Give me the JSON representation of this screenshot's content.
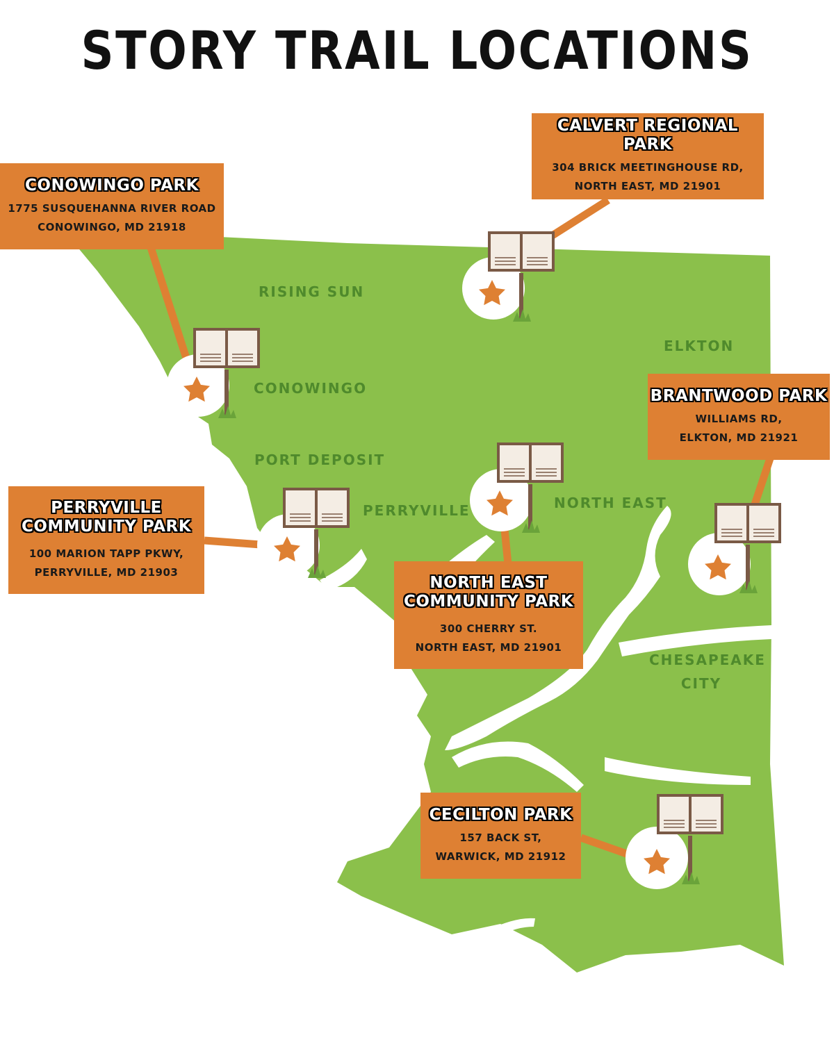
{
  "title": "STORY TRAIL LOCATIONS",
  "colors": {
    "land": "#8bc04b",
    "water": "#ffffff",
    "label_box": "#de8033",
    "town_text": "#4f8a2c",
    "star": "#de8033",
    "sign_frame": "#7a5a46",
    "sign_page": "#f4ede4"
  },
  "towns": {
    "rising_sun": "RISING SUN",
    "elkton": "ELKTON",
    "conowingo": "CONOWINGO",
    "port_deposit": "PORT DEPOSIT",
    "perryville": "PERRYVILLE",
    "north_east": "NORTH EAST",
    "chesapeake_city_1": "CHESAPEAKE",
    "chesapeake_city_2": "CITY"
  },
  "locations": {
    "conowingo": {
      "name": "CONOWINGO PARK",
      "addr1": "1775 SUSQUEHANNA RIVER ROAD",
      "addr2": "CONOWINGO, MD 21918",
      "icon": "book-sign-icon"
    },
    "calvert": {
      "name": "CALVERT REGIONAL PARK",
      "addr1": "304 BRICK MEETINGHOUSE RD,",
      "addr2": "NORTH EAST, MD 21901",
      "icon": "book-sign-icon"
    },
    "brantwood": {
      "name": "BRANTWOOD PARK",
      "addr1": "WILLIAMS RD,",
      "addr2": "ELKTON, MD 21921",
      "icon": "book-sign-icon"
    },
    "perryville": {
      "name1": "PERRYVILLE",
      "name2": "COMMUNITY PARK",
      "addr1": "100 MARION TAPP PKWY,",
      "addr2": "PERRYVILLE, MD 21903",
      "icon": "book-sign-icon"
    },
    "north_east": {
      "name1": "NORTH EAST",
      "name2": "COMMUNITY PARK",
      "addr1": "300 CHERRY ST.",
      "addr2": "NORTH EAST, MD 21901",
      "icon": "book-sign-icon"
    },
    "cecilton": {
      "name": "CECILTON PARK",
      "addr1": "157 BACK ST,",
      "addr2": "WARWICK, MD 21912",
      "icon": "book-sign-icon"
    }
  }
}
